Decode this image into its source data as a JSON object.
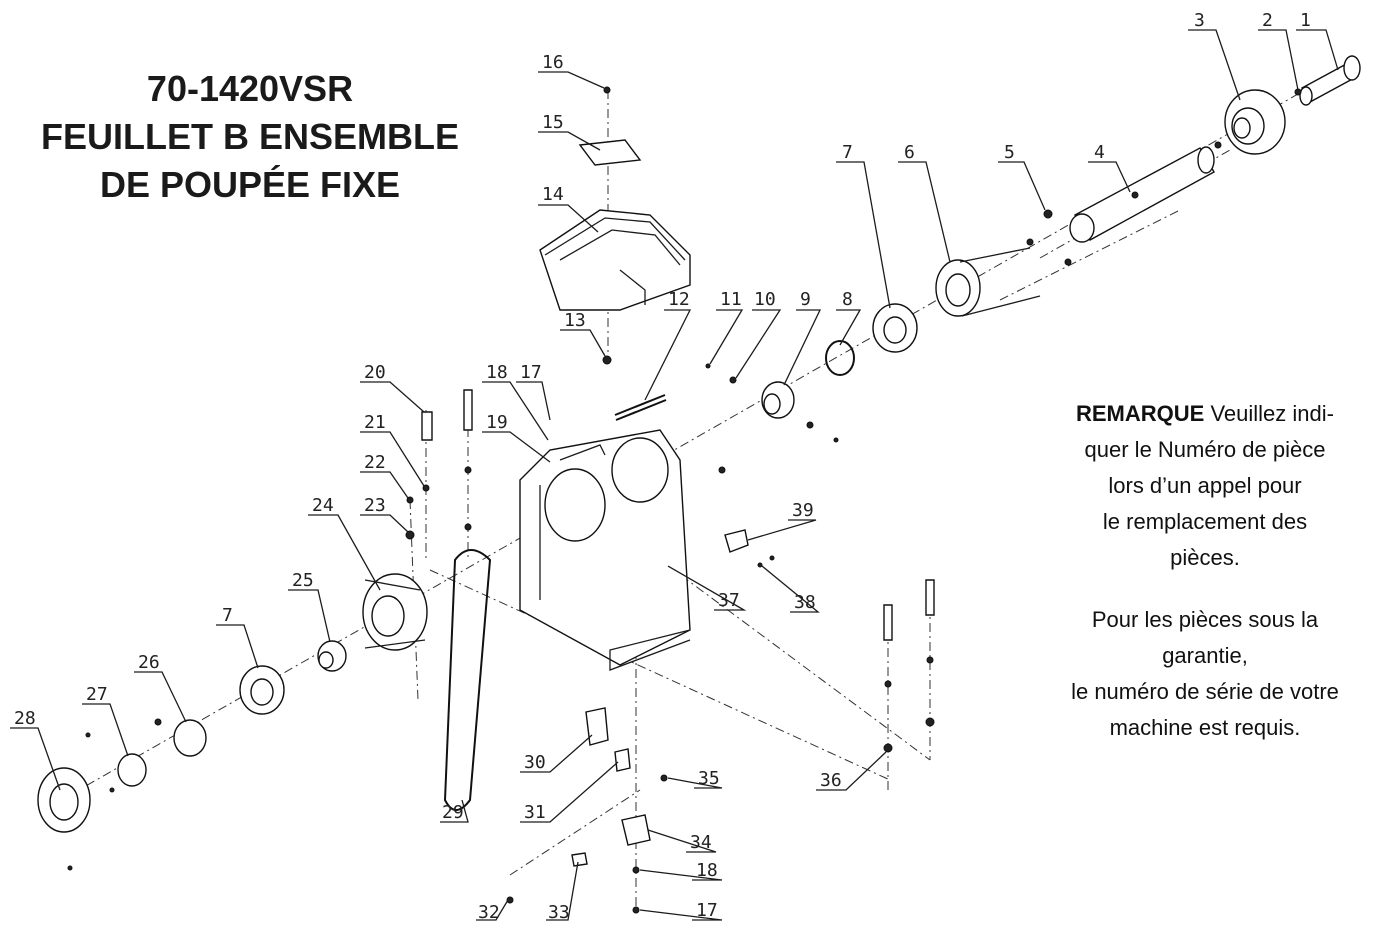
{
  "title": {
    "model": "70-1420VSR",
    "line2": "FEUILLET B ENSEMBLE",
    "line3": "DE POUPÉE FIXE"
  },
  "note": {
    "bold": "REMARQUE",
    "text1": " Veuillez indi-",
    "text2": "quer le Numéro de pièce",
    "text3": "lors d’un appel pour",
    "text4": "le remplacement des",
    "text5": "pièces.",
    "text6": "Pour les pièces sous la",
    "text7": "garantie,",
    "text8": "le numéro de série de votre",
    "text9": "machine est requis."
  },
  "callouts": [
    "1",
    "2",
    "3",
    "4",
    "5",
    "6",
    "7",
    "8",
    "9",
    "10",
    "11",
    "12",
    "13",
    "14",
    "15",
    "16",
    "17",
    "18",
    "19",
    "20",
    "21",
    "22",
    "23",
    "24",
    "25",
    "7",
    "26",
    "27",
    "28",
    "29",
    "30",
    "31",
    "32",
    "33",
    "34",
    "18",
    "17",
    "35",
    "36",
    "37",
    "38",
    "39"
  ]
}
